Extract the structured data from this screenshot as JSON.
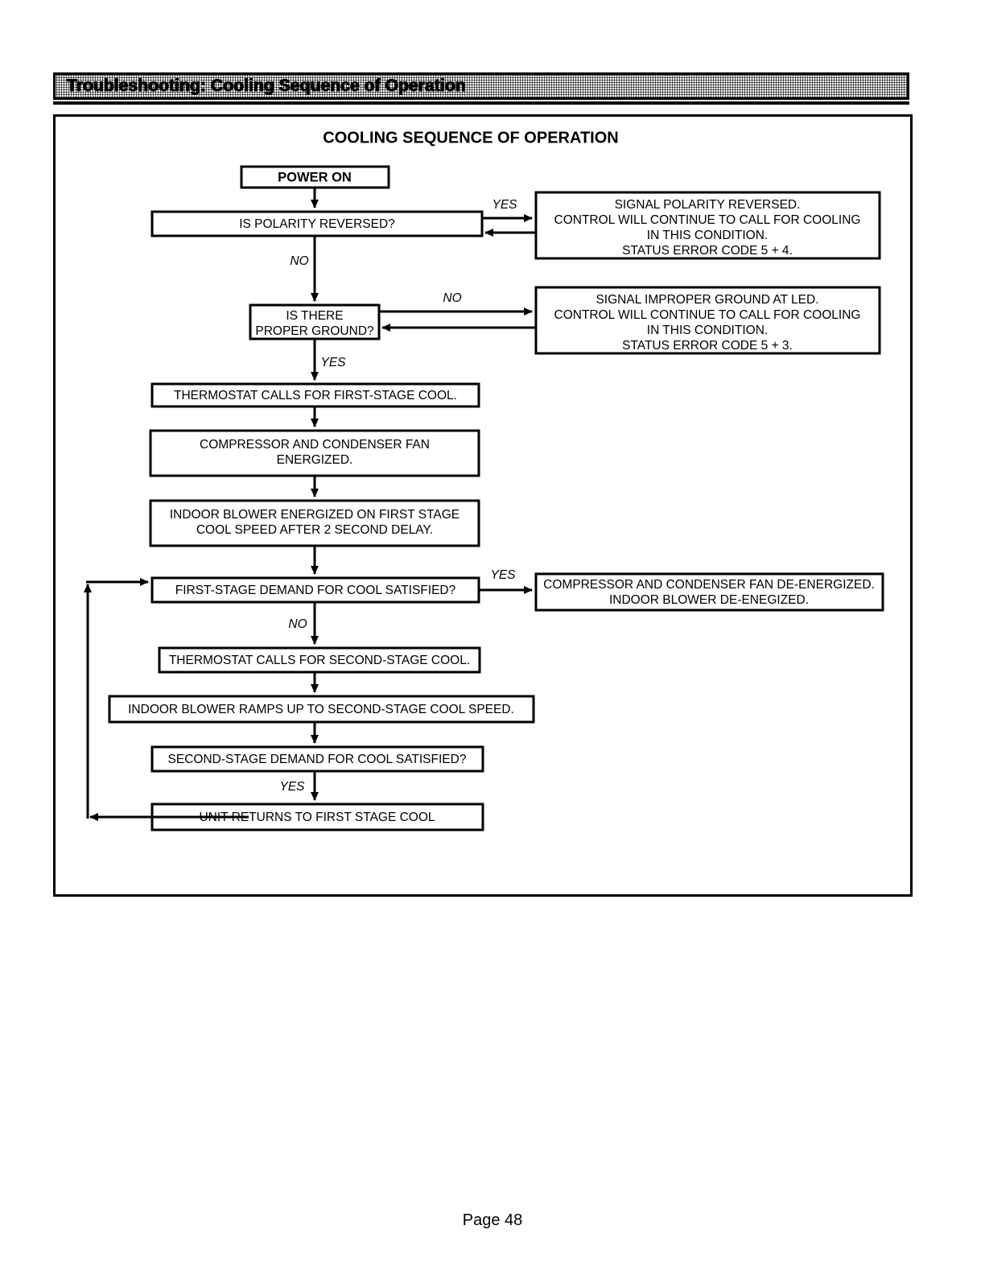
{
  "page": {
    "banner_title": "Troubleshooting: Cooling Sequence of Operation",
    "footer": "Page 48"
  },
  "flowchart": {
    "title": "COOLING SEQUENCE OF OPERATION",
    "nodes": {
      "power_on": "POWER ON",
      "polarity_q": "IS POLARITY REVERSED?",
      "polarity_err_l1": "SIGNAL POLARITY REVERSED.",
      "polarity_err_l2": "CONTROL WILL CONTINUE TO CALL FOR COOLING",
      "polarity_err_l3": "IN THIS CONDITION.",
      "polarity_err_l4": "STATUS ERROR CODE 5 + 4.",
      "ground_q_l1": "IS THERE",
      "ground_q_l2": "PROPER GROUND?",
      "ground_err_l1": "SIGNAL IMPROPER GROUND AT LED.",
      "ground_err_l2": "CONTROL WILL CONTINUE TO CALL FOR COOLING",
      "ground_err_l3": "IN THIS CONDITION.",
      "ground_err_l4": "STATUS ERROR CODE 5 + 3.",
      "tstat_first": "THERMOSTAT CALLS FOR FIRST-STAGE COOL.",
      "compressor_l1": "COMPRESSOR AND CONDENSER FAN",
      "compressor_l2": "ENERGIZED.",
      "blower_first_l1": "INDOOR BLOWER ENERGIZED ON FIRST STAGE",
      "blower_first_l2": "COOL SPEED AFTER 2 SECOND DELAY.",
      "first_demand_q": "FIRST-STAGE DEMAND FOR COOL SATISFIED?",
      "deenergize_l1": "COMPRESSOR AND CONDENSER FAN DE-ENERGIZED.",
      "deenergize_l2": "INDOOR BLOWER DE-ENEGIZED.",
      "tstat_second": "THERMOSTAT CALLS FOR SECOND-STAGE COOL.",
      "blower_second": "INDOOR BLOWER RAMPS UP TO SECOND-STAGE COOL SPEED.",
      "second_demand_q": "SECOND-STAGE DEMAND FOR COOL SATISFIED?",
      "unit_returns": "UNIT RETURNS TO FIRST STAGE COOL"
    },
    "edge_labels": {
      "polarity_yes": "YES",
      "polarity_no": "NO",
      "ground_no": "NO",
      "ground_yes": "YES",
      "first_demand_yes": "YES",
      "first_demand_no": "NO",
      "second_demand_yes": "YES"
    }
  }
}
